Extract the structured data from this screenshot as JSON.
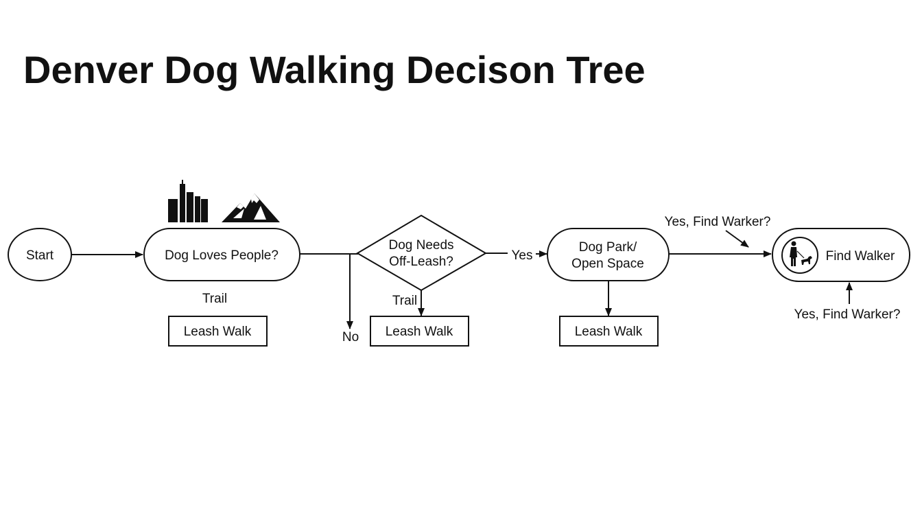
{
  "title": "Denver Dog Walking Decison Tree",
  "nodes": {
    "start": "Start",
    "dog_loves_people": "Dog Loves People?",
    "dog_needs_offleash_line1": "Dog Needs",
    "dog_needs_offleash_line2": "Off-Leash?",
    "dog_park_line1": "Dog Park/",
    "dog_park_line2": "Open Space",
    "find_walker": "Find Walker",
    "leash_walk_1": "Leash Walk",
    "leash_walk_2": "Leash Walk",
    "leash_walk_3": "Leash Walk"
  },
  "labels": {
    "trail_1": "Trail",
    "trail_2": "Trail",
    "no": "No",
    "yes": "Yes",
    "yes_find_top": "Yes, Find Warker?",
    "yes_find_bottom": "Yes, Find Warker?"
  },
  "icons": [
    "city-skyline-icon",
    "mountain-icon",
    "dog-walker-icon"
  ],
  "colors": {
    "ink": "#111111",
    "background": "#ffffff"
  }
}
